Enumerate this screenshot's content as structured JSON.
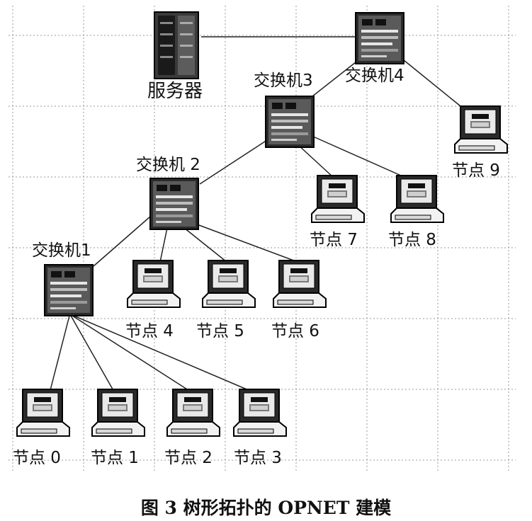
{
  "diagram": {
    "labels": {
      "server": "服务器",
      "switch1": "交换机1",
      "switch2": "交换机 2",
      "switch3": "交换机3",
      "switch4": "交换机4",
      "node0": "节点 0",
      "node1": "节点 1",
      "node2": "节点 2",
      "node3": "节点 3",
      "node4": "节点 4",
      "node5": "节点 5",
      "node6": "节点 6",
      "node7": "节点 7",
      "node8": "节点 8",
      "node9": "节点 9"
    }
  },
  "caption": "图 3   树形拓扑的 OPNET 建模"
}
